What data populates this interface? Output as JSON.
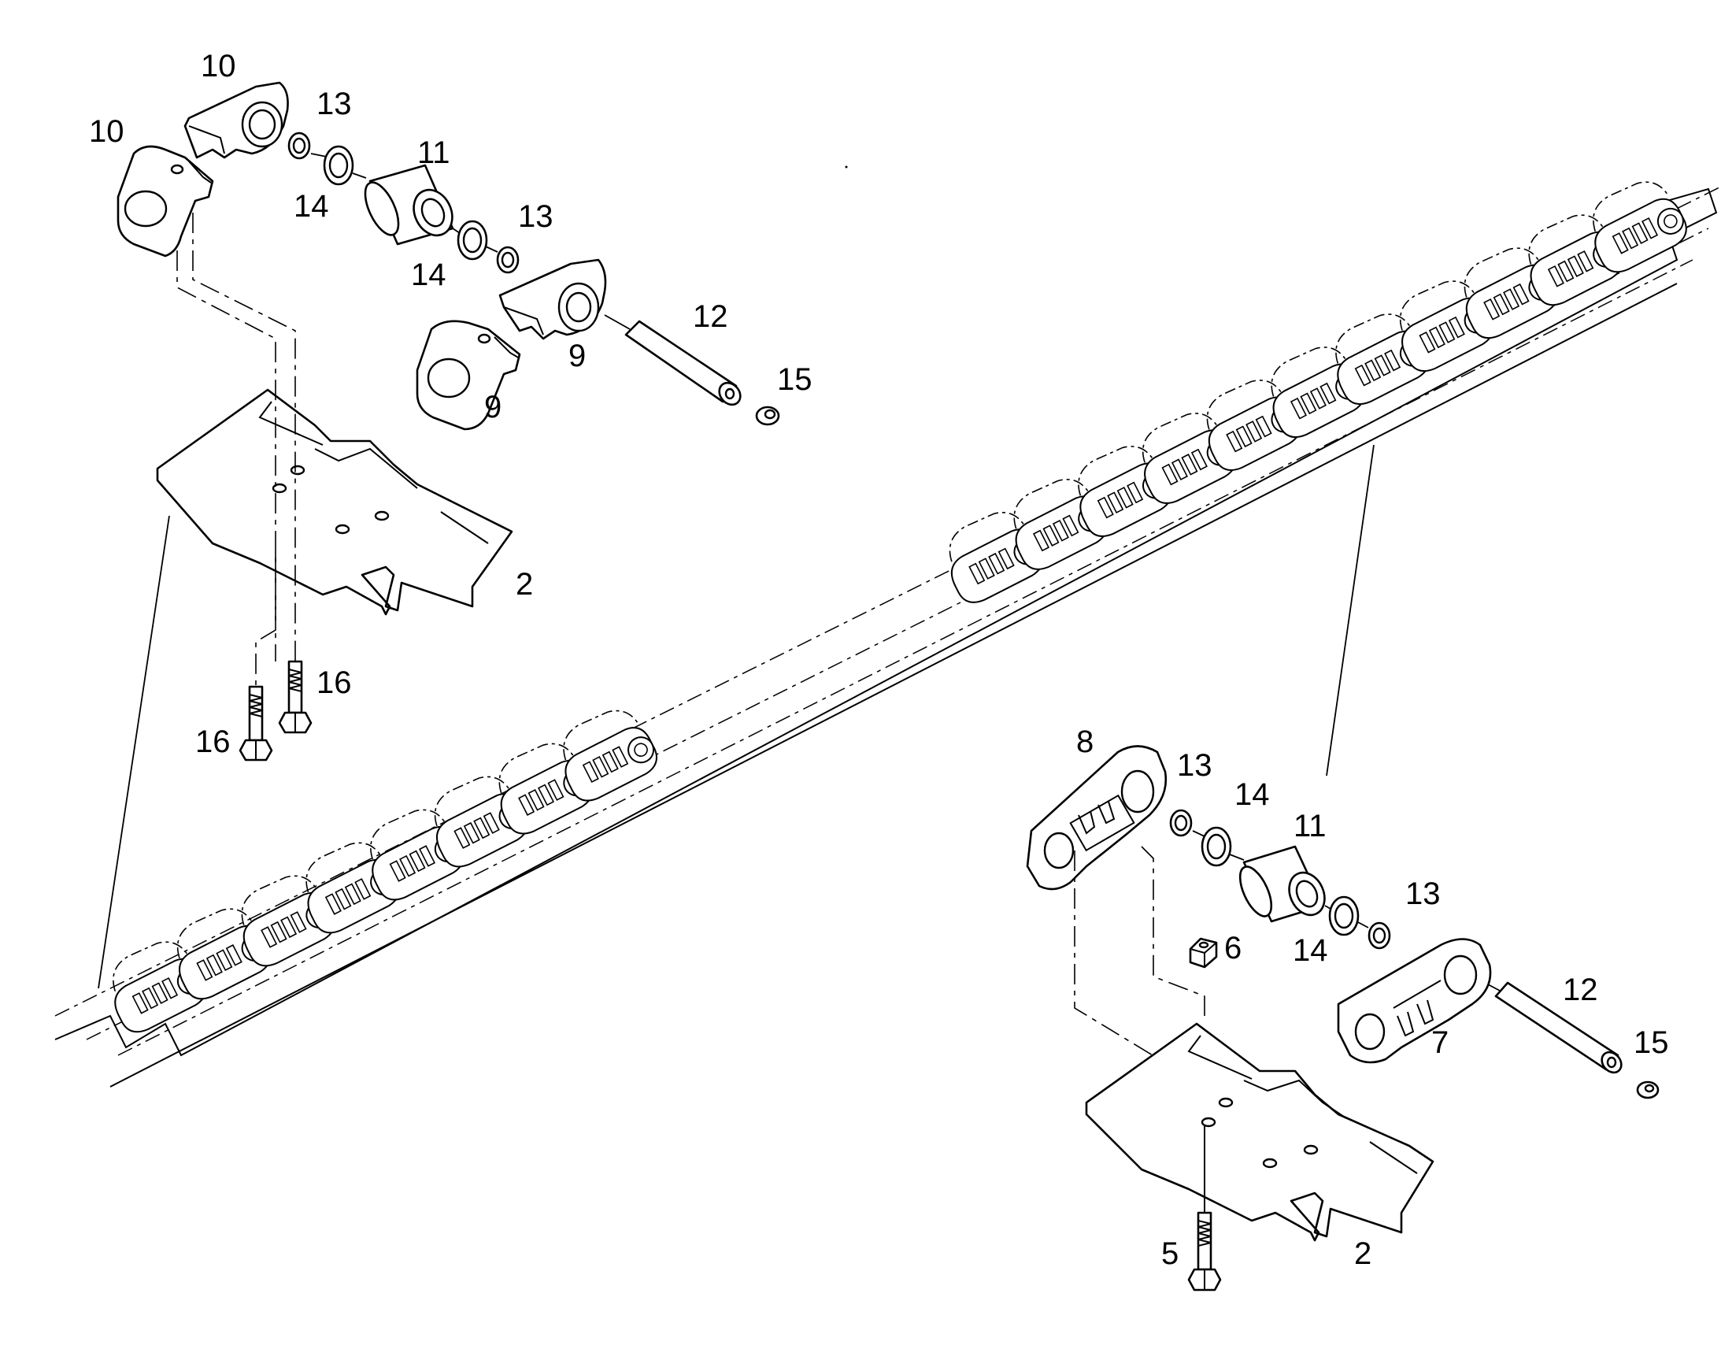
{
  "callouts": {
    "c10a": "10",
    "c10b": "10",
    "c13a": "13",
    "c11a": "11",
    "c14a": "14",
    "c14b": "14",
    "c13b": "13",
    "c12a": "12",
    "c9a": "9",
    "c9b": "9",
    "c15a": "15",
    "c2a": "2",
    "c16a": "16",
    "c16b": "16",
    "c8": "8",
    "c13c": "13",
    "c14c": "14",
    "c11b": "11",
    "c13d": "13",
    "c14d": "14",
    "c6": "6",
    "c12b": "12",
    "c7": "7",
    "c15b": "15",
    "c2b": "2",
    "c5": "5"
  }
}
